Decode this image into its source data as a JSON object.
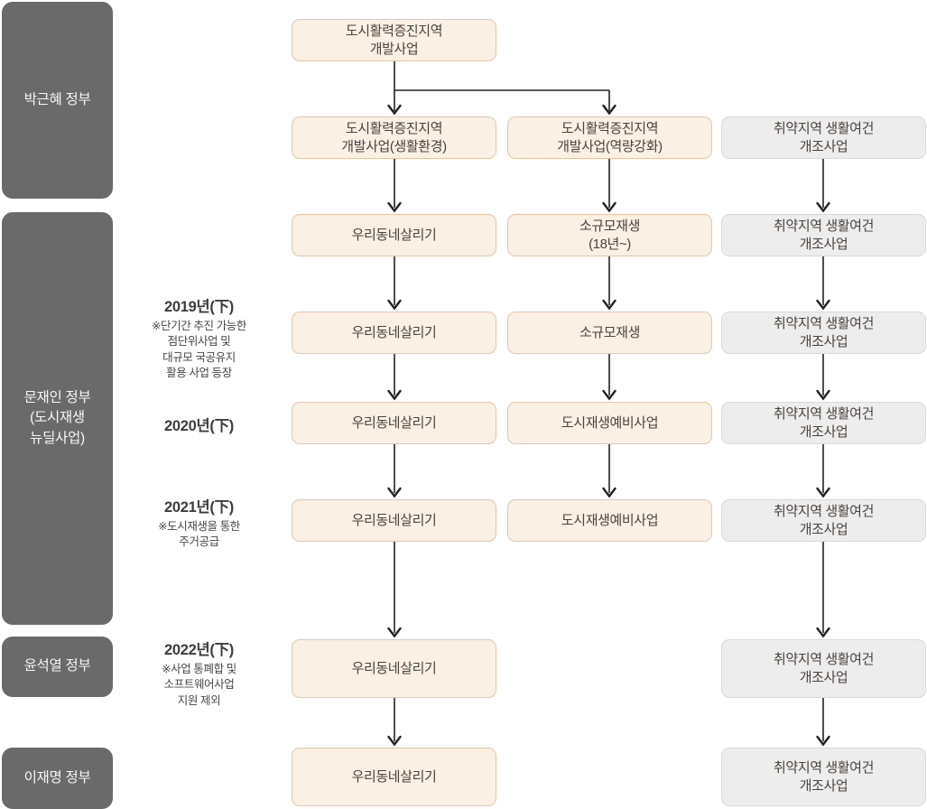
{
  "sidebar": {
    "items": [
      {
        "label": "박근혜 정부"
      },
      {
        "label": "문재인 정부\n(도시재생\n뉴딜사업)"
      },
      {
        "label": "윤석열 정부"
      },
      {
        "label": "이재명 정부"
      }
    ]
  },
  "year_labels": [
    {
      "year": "2019년(下)",
      "note": "※단기간 추진 가능한\n점단위사업 및\n대규모 국공유지\n활용 사업 등장"
    },
    {
      "year": "2020년(下)",
      "note": ""
    },
    {
      "year": "2021년(下)",
      "note": "※도시재생을 통한\n주거공급"
    },
    {
      "year": "2022년(下)",
      "note": "※사업 통폐합 및\n소프트웨어사업\n지원 제외"
    }
  ],
  "boxes": {
    "r1a": "도시활력증진지역\n개발사업",
    "r2a": "도시활력증진지역\n개발사업(생활환경)",
    "r2b": "도시활력증진지역\n개발사업(역량강화)",
    "r2c": "취약지역 생활여건\n개조사업",
    "r3a": "우리동네살리기",
    "r3b": "소규모재생\n(18년~)",
    "r3c": "취약지역 생활여건\n개조사업",
    "r4a": "우리동네살리기",
    "r4b": "소규모재생",
    "r4c": "취약지역 생활여건\n개조사업",
    "r5a": "우리동네살리기",
    "r5b": "도시재생예비사업",
    "r5c": "취약지역 생활여건\n개조사업",
    "r6a": "우리동네살리기",
    "r6b": "도시재생예비사업",
    "r6c": "취약지역 생활여건\n개조사업",
    "r7a": "우리동네살리기",
    "r7c": "취약지역 생활여건\n개조사업",
    "r8a": "우리동네살리기",
    "r8c": "취약지역 생활여건\n개조사업"
  },
  "colors": {
    "peach_box_bg": "#FAF0E4",
    "peach_box_border": "#E6C6A6",
    "gray_box_bg": "#EDEDED",
    "gray_box_border": "#D9D9D9",
    "sidebar_bg": "#6A6A6A",
    "arrow": "#222222"
  }
}
